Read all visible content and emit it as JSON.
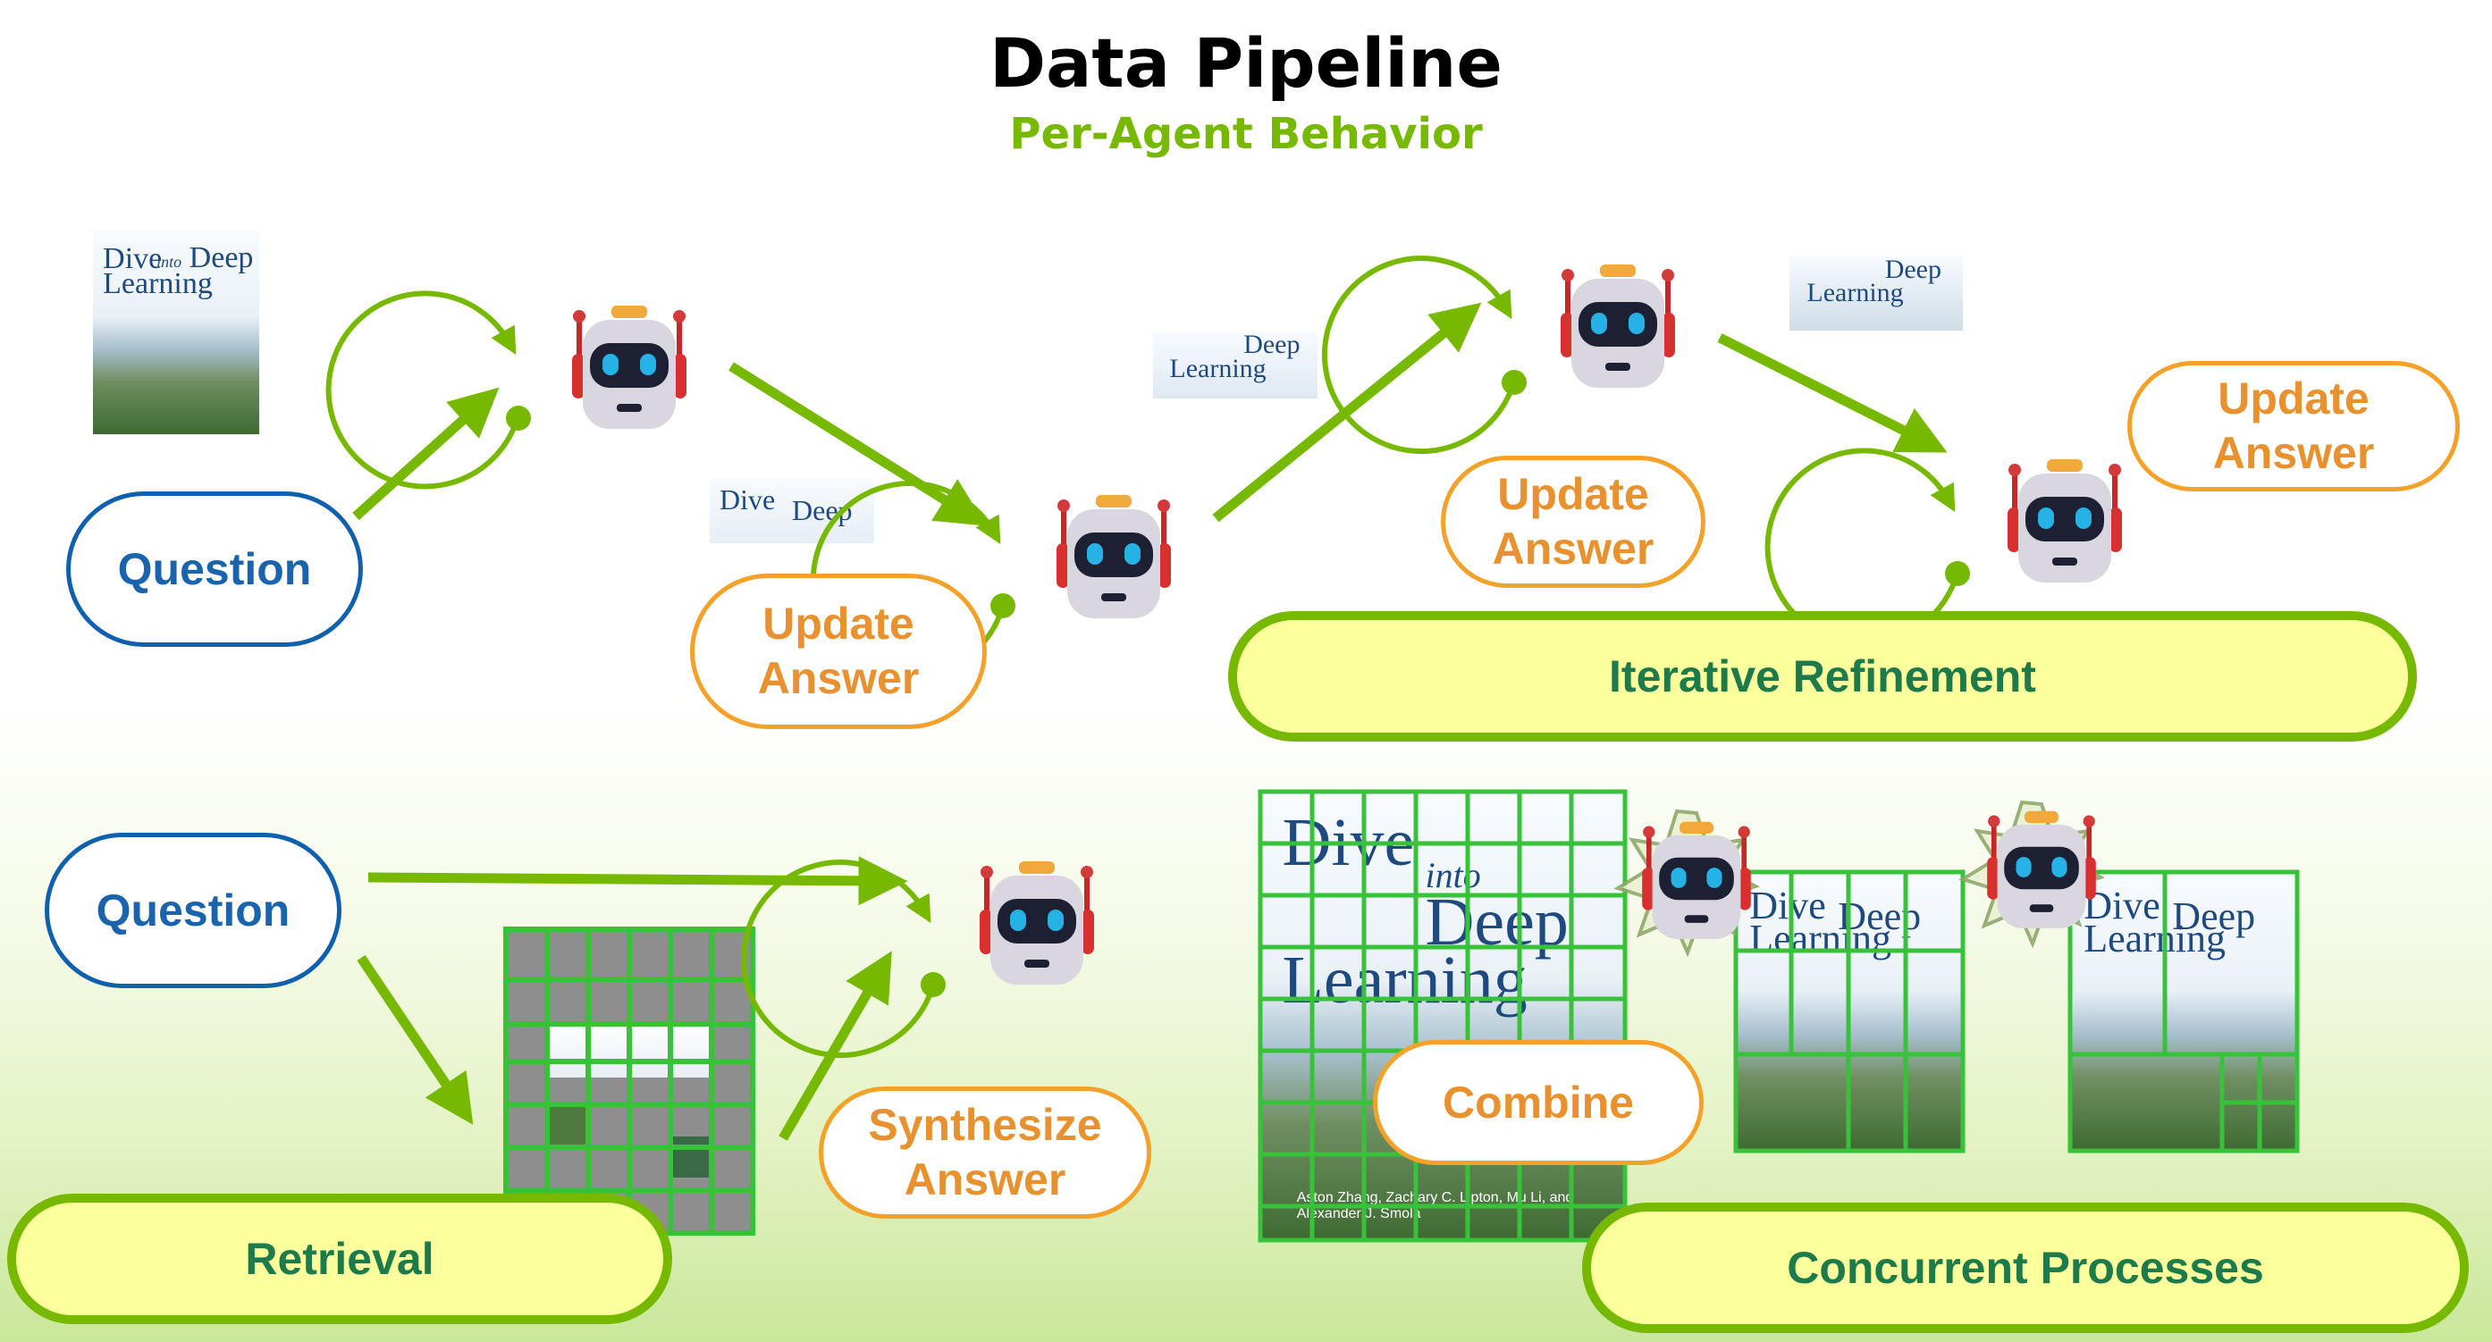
{
  "title": "Data Pipeline",
  "subtitle": "Per-Agent Behavior",
  "nodes": {
    "question_top": "Question",
    "question_bottom": "Question",
    "update_answer_1": "Update Answer",
    "update_answer_2": "Update Answer",
    "update_answer_3": "Update Answer",
    "synthesize_answer": "Synthesize Answer",
    "combine": "Combine"
  },
  "banners": {
    "iterative_refinement": "Iterative Refinement",
    "retrieval": "Retrieval",
    "concurrent_processes": "Concurrent Processes"
  },
  "book": {
    "title_line1": "Dive",
    "title_into": "into",
    "title_deep": "Deep",
    "title_line2": "Learning",
    "authors": "Aston Zhang, Zachary C. Lipton, Mu Li, and Alexander J. Smola"
  },
  "colors": {
    "accent_green": "#76b900",
    "question_blue": "#1a63ad",
    "answer_orange": "#e8912e",
    "banner_fill": "#fbff9c",
    "banner_text": "#1d7a4a",
    "grid_green": "#38c23a"
  },
  "icons": [
    "robot-icon",
    "cycle-arrow-icon",
    "book-cover-icon",
    "arrow-icon"
  ]
}
